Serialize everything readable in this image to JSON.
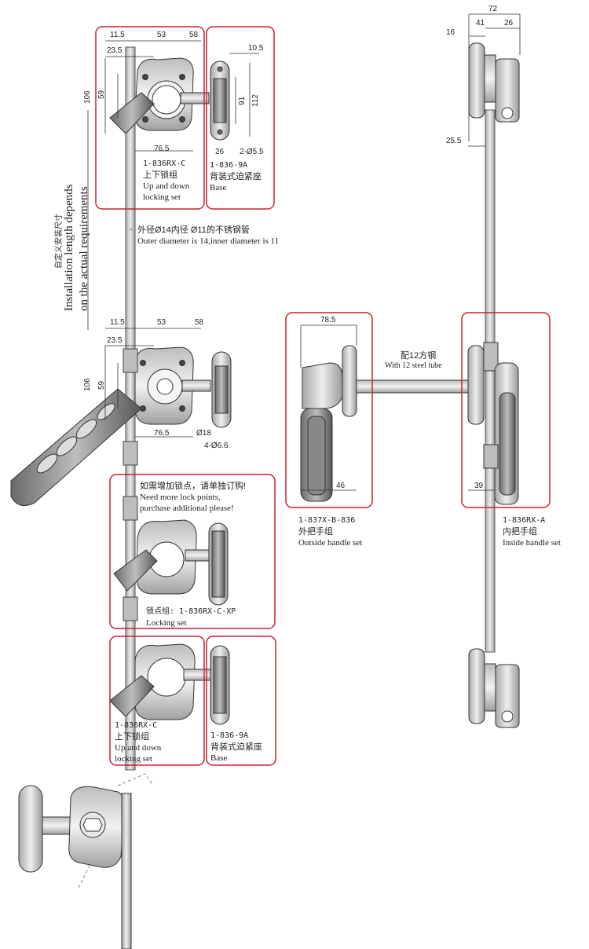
{
  "dims_top_left": {
    "d1": "11.5",
    "d2": "53",
    "d3": "58",
    "d4": "23.5",
    "d5": "10.5",
    "d6": "106",
    "d7": "59",
    "d8": "91",
    "d9": "112",
    "d10": "76.5",
    "d11": "26",
    "d12": "2-Ø5.5"
  },
  "dims_mid_left": {
    "d1": "11.5",
    "d2": "53",
    "d3": "58",
    "d4": "23.5",
    "d5": "106",
    "d6": "59",
    "d7": "76.5",
    "d8": "Ø18",
    "d9": "4-Ø6.6"
  },
  "dims_right": {
    "d1": "72",
    "d2": "41",
    "d3": "26",
    "d4": "16",
    "d5": "25.5"
  },
  "dims_handles": {
    "d1": "78.5",
    "d2": "46",
    "d3": "39"
  },
  "labels": {
    "top_lock_code": "1-836RX-C",
    "top_lock_cn": "上下锁组",
    "top_lock_en1": "Up and down",
    "top_lock_en2": "locking set",
    "top_base_code": "1-836-9A",
    "top_base_cn": "背装式迫紧座",
    "top_base_en": "Base",
    "tube_cn": "外径Ø14内径 Ø11的不锈钢管",
    "tube_en": "Outer diameter is 14,inner diameter is 11",
    "install_cn": "自定义安装尺寸",
    "install_en1": "Installation length depends",
    "install_en2": "on the actual requirements",
    "more_cn": "如需增加锁点，请单独订购!",
    "more_en1": "Need more lock points,",
    "more_en2": "purchase additional please!",
    "lockpoint_cn": "锁点组: 1-836RX-C-XP",
    "lockpoint_en": "Locking set",
    "bottom_lock_code": "1-836RX-C",
    "bottom_lock_cn": "上下锁组",
    "bottom_lock_en1": "Up and down",
    "bottom_lock_en2": "locking set",
    "bottom_base_code": "1-836-9A",
    "bottom_base_cn": "背装式迫紧座",
    "bottom_base_en": "Base",
    "steel_cn": "配12方钢",
    "steel_en": "With 12 steel tube",
    "outside_code": "1-837X-B-836",
    "outside_cn": "外把手组",
    "outside_en": "Outside handle set",
    "inside_code": "1-836RX-A",
    "inside_cn": "内把手组",
    "inside_en": "Inside handle set"
  },
  "colors": {
    "frame": "#c8202c",
    "line": "#333333",
    "metal": "#d9d9d9"
  }
}
